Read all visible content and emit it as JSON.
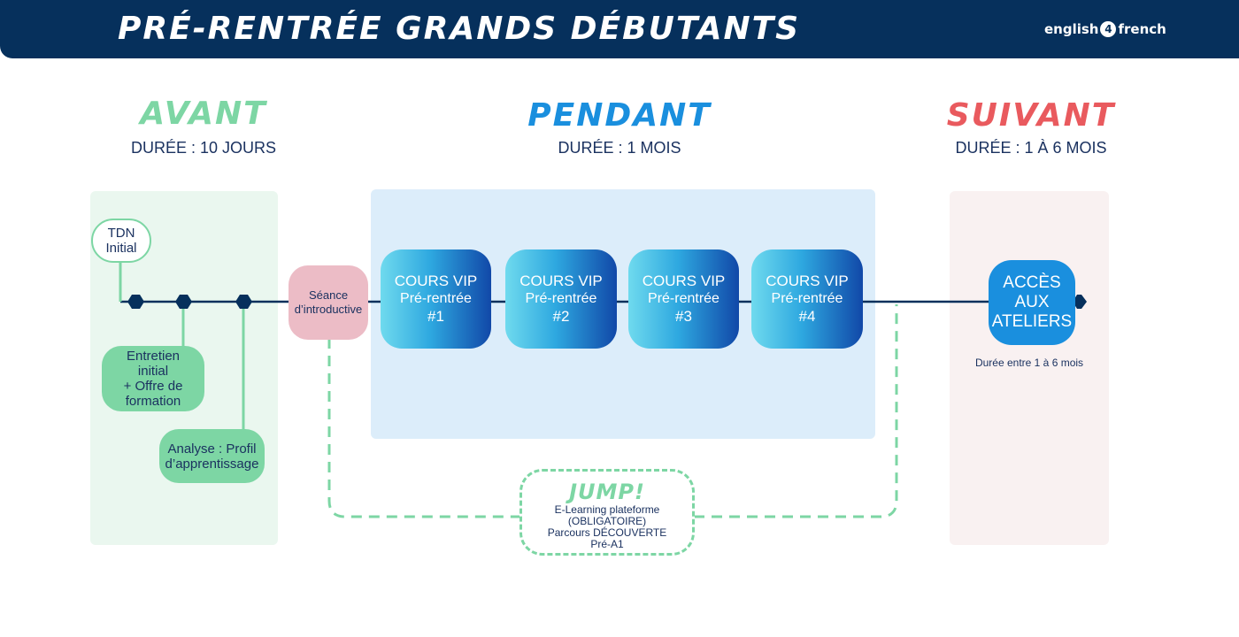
{
  "header": {
    "title": "PRÉ-RENTRÉE GRANDS DÉBUTANTS",
    "brand_left": "english",
    "brand_digit": "4",
    "brand_right": "french"
  },
  "phases": {
    "avant": {
      "title": "AVANT",
      "duration": "DURÉE : 10 JOURS",
      "color": "#7dd6a4"
    },
    "pendant": {
      "title": "PENDANT",
      "duration": "DURÉE : 1 MOIS",
      "color": "#1a8fde"
    },
    "suivant": {
      "title": "SUIVANT",
      "duration": "DURÉE : 1 À 6 MOIS",
      "color": "#e95a5e"
    }
  },
  "avant_steps": {
    "tdn": [
      "TDN",
      "Initial"
    ],
    "entretien": [
      "Entretien",
      "initial",
      "+ Offre de",
      "formation"
    ],
    "analyse": [
      "Analyse : Profil",
      "d’apprentissage"
    ]
  },
  "seance": [
    "Séance",
    "d’introductive"
  ],
  "cours": [
    {
      "line1": "COURS VIP",
      "line2": "Pré-rentrée",
      "line3": "#1"
    },
    {
      "line1": "COURS VIP",
      "line2": "Pré-rentrée",
      "line3": "#2"
    },
    {
      "line1": "COURS VIP",
      "line2": "Pré-rentrée",
      "line3": "#3"
    },
    {
      "line1": "COURS VIP",
      "line2": "Pré-rentrée",
      "line3": "#4"
    }
  ],
  "acces": {
    "lines": [
      "ACCÈS",
      "AUX",
      "ATELIERS"
    ],
    "note": "Durée entre 1 à 6 mois"
  },
  "jump": {
    "title": "JUMP!",
    "lines": [
      "E-Learning plateforme",
      "(OBLIGATOIRE)",
      "Parcours DÉCOUVERTE",
      "Pré-A1"
    ]
  },
  "colors": {
    "navy": "#06305c",
    "green": "#7dd6a4",
    "blue": "#1a8fde",
    "red": "#e95a5e",
    "pink": "#ecbcc6",
    "panel_green": "#eaf7ef",
    "panel_blue": "#dcedfa",
    "panel_pink": "#f9f1f1"
  }
}
